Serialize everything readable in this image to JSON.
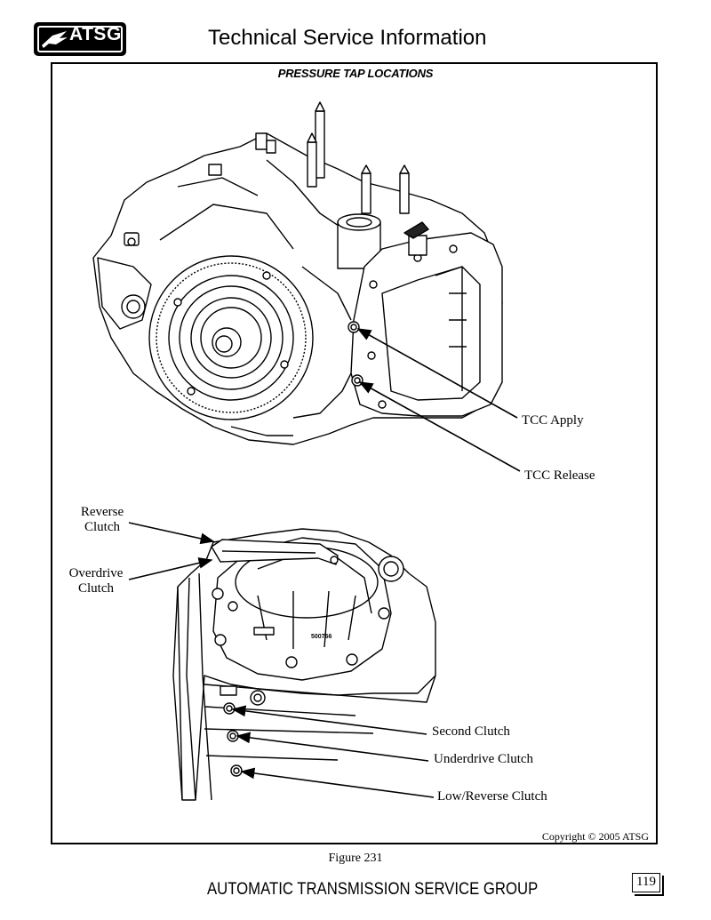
{
  "header": {
    "logo_text": "ATSG",
    "title": "Technical Service Information"
  },
  "section_title": "PRESSURE TAP LOCATIONS",
  "callouts_upper": {
    "tcc_apply": "TCC Apply",
    "tcc_release": "TCC Release"
  },
  "callouts_lower": {
    "reverse_clutch_line1": "Reverse",
    "reverse_clutch_line2": "Clutch",
    "overdrive_clutch_line1": "Overdrive",
    "overdrive_clutch_line2": "Clutch",
    "second_clutch": "Second Clutch",
    "underdrive_clutch": "Underdrive Clutch",
    "low_reverse_clutch": "Low/Reverse Clutch"
  },
  "cover_marking": "500766",
  "copyright": "Copyright © 2005 ATSG",
  "figure_caption": "Figure 231",
  "footer": {
    "org_name": "AUTOMATIC TRANSMISSION SERVICE GROUP",
    "page_number": "119"
  }
}
